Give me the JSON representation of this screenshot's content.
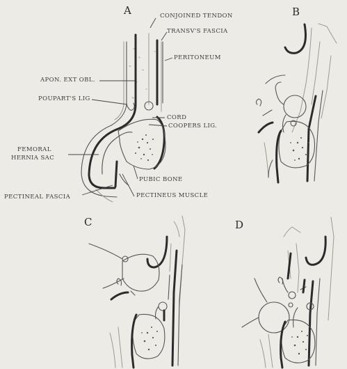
{
  "panels": {
    "a": "A",
    "b": "B",
    "c": "C",
    "d": "D"
  },
  "labels": {
    "conjoined_tendon": "CONJOINED TENDON",
    "transversalis_fascia": "TRANSV'S FASCIA",
    "peritoneum": "PERITONEUM",
    "apon_ext_obl": "APON. EXT OBL.",
    "pouparts_lig": "POUPART'S LIG",
    "cord": "CORD",
    "coopers_lig": "COOPERS LIG.",
    "femoral_hernia_sac": [
      "FEMORAL",
      "HERNIA SAC"
    ],
    "pubic_bone": "PUBIC BONE",
    "pectineal_fascia": "PECTINEAL FASCIA",
    "pectineus_muscle": "PECTINEUS MUSCLE"
  }
}
